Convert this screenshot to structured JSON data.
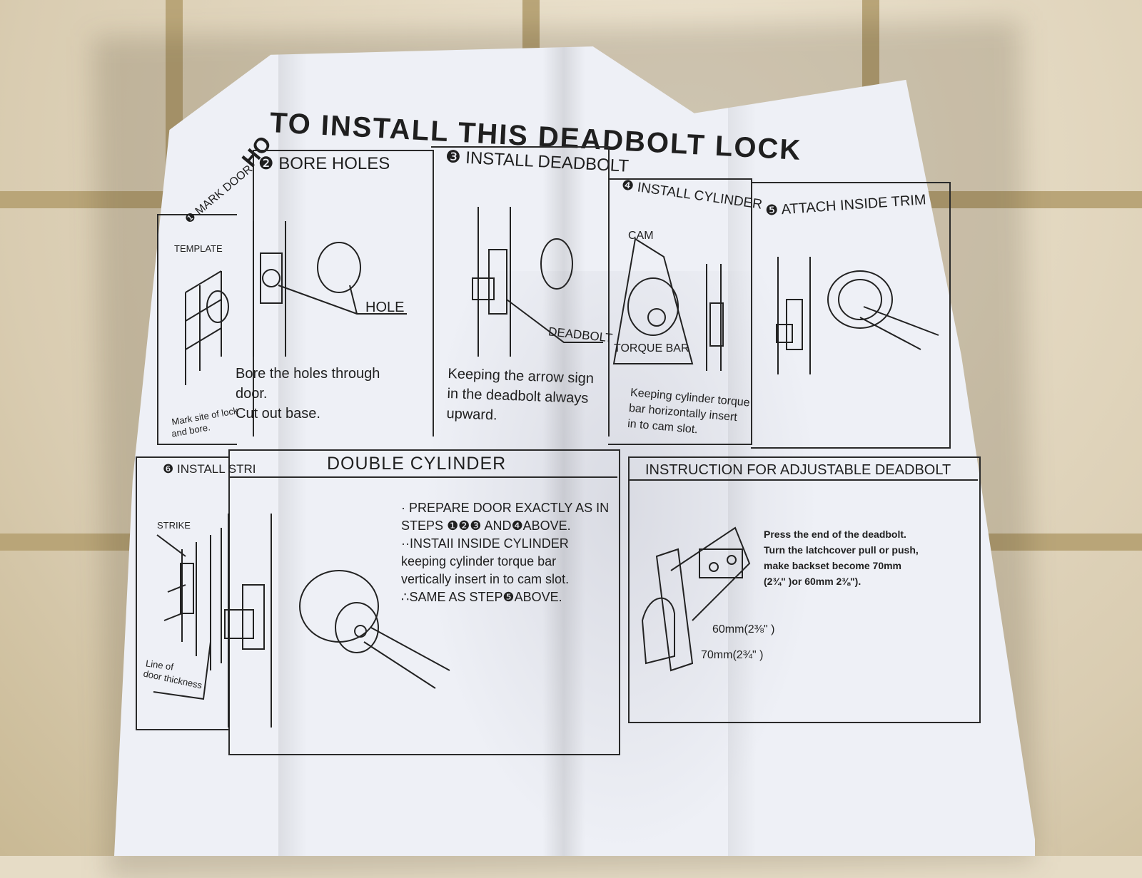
{
  "title_left": "HO",
  "title": "TO INSTALL THIS DEADBOLT LOCK",
  "steps": {
    "step1": {
      "heading": "MARK DOOR",
      "template_label": "TEMPLATE",
      "text_line1": "Mark site of lock",
      "text_line2": "and bore."
    },
    "step2": {
      "heading": "BORE HOLES",
      "hole_label": "HOLE",
      "text_line1": "Bore the holes through",
      "text_line2": "door.",
      "text_line3": "Cut out base."
    },
    "step3": {
      "heading": "INSTALL DEADBOLT",
      "deadbolt_label": "DEADBOLT",
      "text_line1": "Keeping the arrow sign",
      "text_line2": "in the deadbolt  always",
      "text_line3": "upward."
    },
    "step4": {
      "heading": "INSTALL CYLINDER",
      "cam_label": "CAM",
      "torque_label": "TORQUE BAR",
      "text_line1": "Keeping cylinder torque",
      "text_line2": "bar horizontally insert",
      "text_line3": "in to cam slot."
    },
    "step5": {
      "heading": "ATTACH INSIDE TRIM"
    },
    "step6": {
      "heading": "INSTALL STRI",
      "strike_label": "STRIKE",
      "line_label1": "Line of",
      "line_label2": "door thickness"
    }
  },
  "double_cylinder": {
    "heading": "DOUBLE CYLINDER",
    "line1": "· PREPARE DOOR EXACTLY AS IN",
    "line2": "STEPS ❶❷❸ AND❹ABOVE.",
    "line3": "··INSTAII INSIDE CYLINDER",
    "line4": "keeping cylinder torque bar",
    "line5": "vertically  insert  in  to cam slot.",
    "line6": "∴SAME AS STEP❺ABOVE."
  },
  "adjustable": {
    "heading": "INSTRUCTION FOR ADJUSTABLE DEADBOLT",
    "line1": "Press the end of the deadbolt.",
    "line2": "Turn the latchcover pull or push,",
    "line3": "make backset become 70mm",
    "line4": "(2¾\" )or 60mm 2⅜\").",
    "label60": "60mm(2⅜\" )",
    "label70": "70mm(2¾\" )"
  },
  "step_numbers": [
    "❶",
    "❷",
    "❸",
    "❹",
    "❺",
    "❻"
  ]
}
